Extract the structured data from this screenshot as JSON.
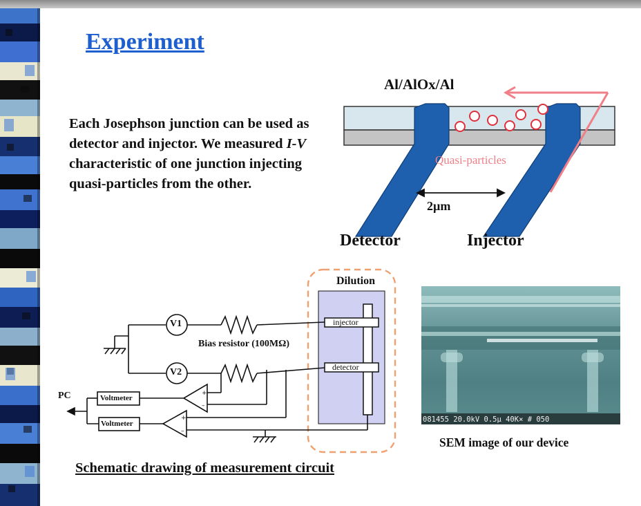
{
  "slide": {
    "title": "Experiment",
    "description": {
      "part1": "Each Josephson junction can be used as detector and injector. We measured ",
      "emph": "I-V",
      "part2": " characteristic of one junction injecting quasi-particles from the other."
    }
  },
  "device_diagram": {
    "material_label": "Al/AlOx/Al",
    "quasiparticles_label": "Quasi-particles",
    "distance_label": "2µm",
    "detector_label": "Detector",
    "injector_label": "Injector"
  },
  "circuit": {
    "dilution_label": "Dilution",
    "injector_pad": "injector",
    "detector_pad": "detector",
    "v1_label": "V1",
    "v2_label": "V2",
    "bias_resistor_label": "Bias resistor (100MΩ)",
    "voltmeter_label": "Voltmeter",
    "pc_label": "PC",
    "caption": "Schematic drawing of measurement circuit"
  },
  "sem": {
    "overlay_text": "081455 20.0kV 0.5µ 40K× # 050",
    "caption": "SEM image of our device"
  },
  "colors": {
    "title": "#1d5fcf",
    "electrode": "#1e5fae",
    "quasiparticle": "#f06878",
    "dilution_box": "#cfd0f2",
    "dashed_outline": "#f0a070"
  }
}
